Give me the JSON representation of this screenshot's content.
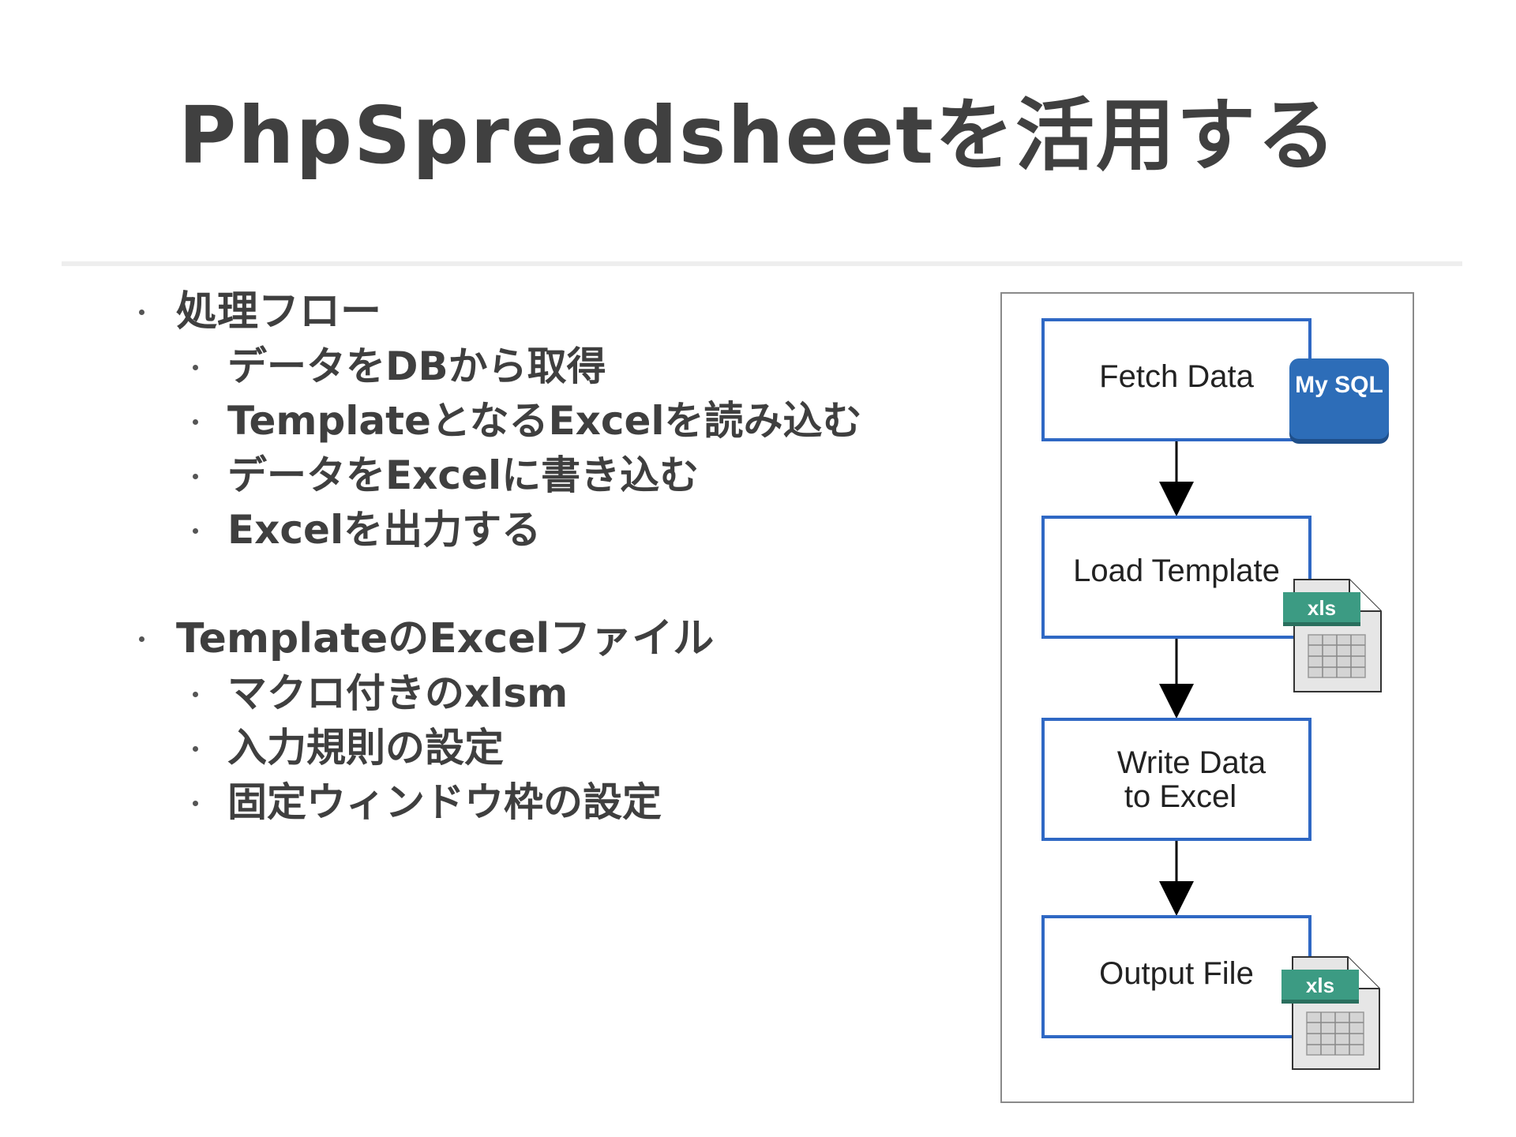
{
  "slide": {
    "title": "PhpSpreadsheetを活用する"
  },
  "bullets": [
    {
      "label": "処理フロー",
      "children": [
        "データをDBから取得",
        "TemplateとなるExcelを読み込む",
        "データをExcelに書き込む",
        "Excelを出力する"
      ]
    },
    {
      "label": "TemplateのExcelファイル",
      "children": [
        "マクロ付きのxlsm",
        "入力規則の設定",
        "固定ウィンドウ枠の設定"
      ]
    }
  ],
  "flow": {
    "steps": [
      {
        "line1": "Fetch Data",
        "line2": ""
      },
      {
        "line1": "Load Template",
        "line2": ""
      },
      {
        "line1": "Write Data",
        "line2": "to Excel"
      },
      {
        "line1": "Output File",
        "line2": ""
      }
    ],
    "mysql_label": "My SQL",
    "xls_label": "xls"
  },
  "colors": {
    "box_border": "#2f68c4",
    "mysql_fill": "#2d6db8",
    "xls_band": "#3c9b83",
    "text": "#3f3f3f"
  }
}
